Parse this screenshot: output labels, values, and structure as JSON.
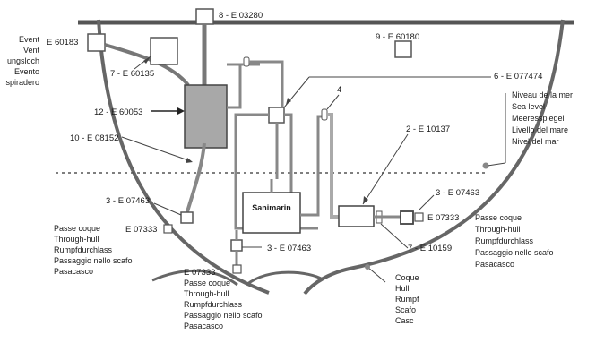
{
  "parts": {
    "vent_top": "E 60183",
    "fitting_8": "8 - E 03280",
    "box_9": "9 - E 60180",
    "fitting_7_left": "7 - E 60135",
    "fitting_6": "6 - E 077474",
    "fitting_4": "4",
    "tank_12": "12 - E 60053",
    "hose_10": "10 - E 08152",
    "pump_2": "2 - E 10137",
    "valve_3_right": "3 - E 07463",
    "valve_3_left": "3 - E 07463",
    "valve_3_bottom": "3 - E 07463",
    "fitting_7_bottom": "7 - E 10159",
    "hull_left_code": "E 07333",
    "hull_right_code": "E 07333",
    "hull_bottom_code": "E 07333",
    "sanimarin": "Sanimarin"
  },
  "labels": {
    "vent": [
      "Event",
      "Vent",
      "ungsloch",
      "Evento",
      "spiradero"
    ],
    "sea_level": [
      "Niveau de la mer",
      "Sea level",
      "Meeresspiegel",
      "Livello del mare",
      "Nivel del mar"
    ],
    "through_hull": [
      "Passe coque",
      "Through-hull",
      "Rumpfdurchlass",
      "Passaggio nello scafo",
      "Pasacasco"
    ],
    "hull": [
      "Coque",
      "Hull",
      "Rumpf",
      "Scafo",
      "Casc"
    ]
  }
}
